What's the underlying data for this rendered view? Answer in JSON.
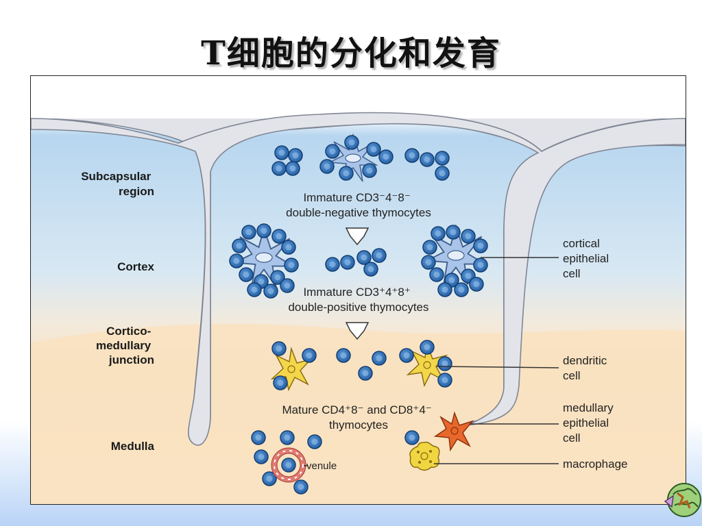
{
  "title": "T细胞的分化和发育",
  "regions": {
    "subcapsular": [
      "Subcapsular",
      "region"
    ],
    "cortex": [
      "Cortex"
    ],
    "cortico": [
      "Cortico-",
      "medullary",
      "junction"
    ],
    "medulla": [
      "Medulla"
    ]
  },
  "stages": {
    "immature_dn_line1": "Immature CD3⁻4⁻8⁻",
    "immature_dn_line2": "double-negative thymocytes",
    "immature_dp_line1": "Immature CD3⁺4⁺8⁺",
    "immature_dp_line2": "double-positive thymocytes",
    "mature_line1": "Mature CD4⁺8⁻ and CD8⁺4⁻",
    "mature_line2": "thymocytes"
  },
  "callouts": {
    "cortical_epithelial": [
      "cortical",
      "epithelial",
      "cell"
    ],
    "dendritic": [
      "dendritic",
      "cell"
    ],
    "medullary_epithelial": [
      "medullary",
      "epithelial",
      "cell"
    ],
    "macrophage": [
      "macrophage"
    ],
    "venule": "venule"
  },
  "colors": {
    "cortex_blue": "#c4def3",
    "medulla_peach": "#f9e4c4",
    "trabecula": "#e1e3e9",
    "thymocyte": "#2f6fb5",
    "epithelial": "#a9c4e8",
    "dendritic": "#f3d64a",
    "medullary_epithelial": "#e8672a",
    "macrophage": "#f0d640"
  }
}
